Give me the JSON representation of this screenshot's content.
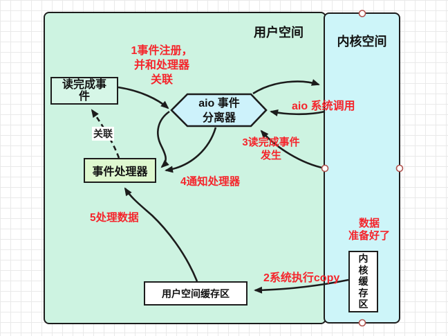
{
  "diagram": {
    "regions": {
      "user_space": {
        "title": "用户空间",
        "fill": "#cdf3e1"
      },
      "kernel_space": {
        "title": "内核空间",
        "fill": "#cdf5f9"
      }
    },
    "nodes": {
      "read_event": {
        "label": "读完成事\n件",
        "fill": "#d6f6e7"
      },
      "separator": {
        "label": "aio 事件\n分离器",
        "fill": "#cdf2fb"
      },
      "handler": {
        "label": "事件处理器",
        "fill": "#def8cf"
      },
      "user_buffer": {
        "label": "用户空间缓存区",
        "fill": "#ffffff"
      },
      "kernel_buffer": {
        "label": "内\n核\n缓\n存\n区",
        "fill": "#ffffff"
      }
    },
    "annotations": {
      "step1": "1事件注册，\n并和处理器\n关联",
      "aio_call": "aio 系统调用",
      "step2": "2系统执行copy",
      "step3": "3读完成事件\n发生",
      "step4": "4通知处理器",
      "step5": "5处理数据",
      "data_ready": "数据\n准备好了",
      "association": "关联"
    },
    "colors": {
      "annotation": "#f5242b",
      "line": "#1c1c1c",
      "handle": "#b0524e"
    }
  }
}
